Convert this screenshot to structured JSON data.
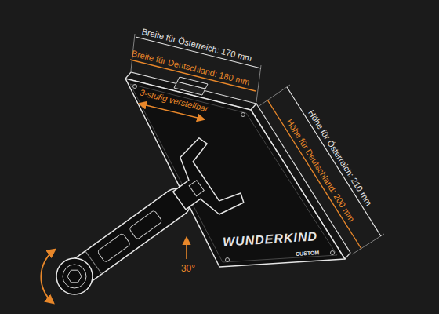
{
  "diagram": {
    "labels": [
      "Breite für Österreich: 170 mm",
      "Breite für Deutschland: 180 mm",
      "3-stufig verstellbar",
      "Höhe für Österreich: 210 mm",
      "Höhe für Deutschland: 200 mm",
      "30°",
      "WUNDERKIND",
      "CUSTOM"
    ]
  }
}
